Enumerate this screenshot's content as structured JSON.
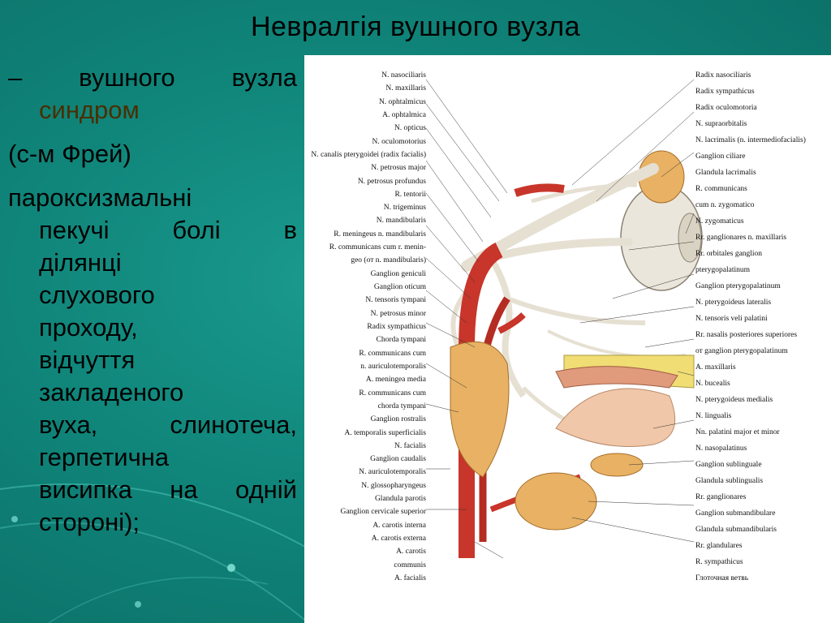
{
  "slide": {
    "title": "Невралгія вушного вузла",
    "lines": [
      "–   вушного вузла",
      "синдром",
      " (с-м Фрей)",
      "пароксизмальні",
      "пекучі болі в",
      "ділянці",
      "слухового",
      "проходу,",
      "відчуття",
      "закладеного",
      "вуха, слинотеча,",
      "герпетична",
      "висипка на одній",
      "стороні);"
    ]
  },
  "figure": {
    "labels_left": [
      "N. nasociliaris",
      "N. maxillaris",
      "N. ophtalmicus",
      "A. ophtalmica",
      "N. opticus",
      "N. oculomotorius",
      "N. canalis pterygoidei (radix facialis)",
      "N. petrosus major",
      "N. petrosus profundus",
      "R. tentorii",
      "N. trigeminus",
      "N. mandibularis",
      "R. meningeus n. mandibularis",
      "R. communicans cum r. menin-",
      "geo (от n. mandibularis)",
      "Ganglion geniculi",
      "Ganglion oticum",
      "N. tensoris tympani",
      "N. petrosus minor",
      "Radix sympathicus",
      "Chorda tympani",
      "R. communicans cum",
      "n. auriculotemporalis",
      "A. meningea media",
      "R. communicans cum",
      "chorda tympani",
      "Ganglion rostralis",
      "A. temporalis superficialis",
      "N. facialis",
      "Ganglion caudalis",
      "N. auriculotemporalis",
      "N. glossopharyngeus",
      "Glandula parotis",
      "Ganglion cervicale superior",
      "A. carotis interna",
      "A. carotis externa",
      "A. carotis",
      "communis",
      "A. facialis"
    ],
    "labels_right": [
      "Radix nasociliaris",
      "Radix sympathicus",
      "Radix oculomotoria",
      "N. supraorbitalis",
      "N. lacrimalis (n. intermediofacialis)",
      "Ganglion ciliare",
      "Glandula lacrimalis",
      "R. communicans",
      "cum n. zygomatico",
      "N. zygomaticus",
      "Rr. ganglionares n. maxillaris",
      "Rr. orbitales ganglion",
      "pterygopalatinum",
      "Ganglion pterygopalatinum",
      "N. pterygoideus lateralis",
      "N. tensoris veli palatini",
      "Rr. nasalis posteriores superiores",
      "от ganglion pterygopalatinum",
      "A. maxillaris",
      "N. bucealis",
      "N. pterygoideus medialis",
      "N. lingualis",
      "Nn. palatini major et minor",
      "N. nasopalatinus",
      "Ganglion sublinguale",
      "Glandula sublingualis",
      "Rr. ganglionares",
      "Ganglion submandibulare",
      "Glandula submandibularis",
      "Rr. glandulares",
      "R. sympathicus",
      "Глоточная ветвь"
    ]
  },
  "colors": {
    "background": "#12897e",
    "artery": "#c8352a",
    "gland": "#e8b163",
    "nerve": "#e9e4d8"
  }
}
